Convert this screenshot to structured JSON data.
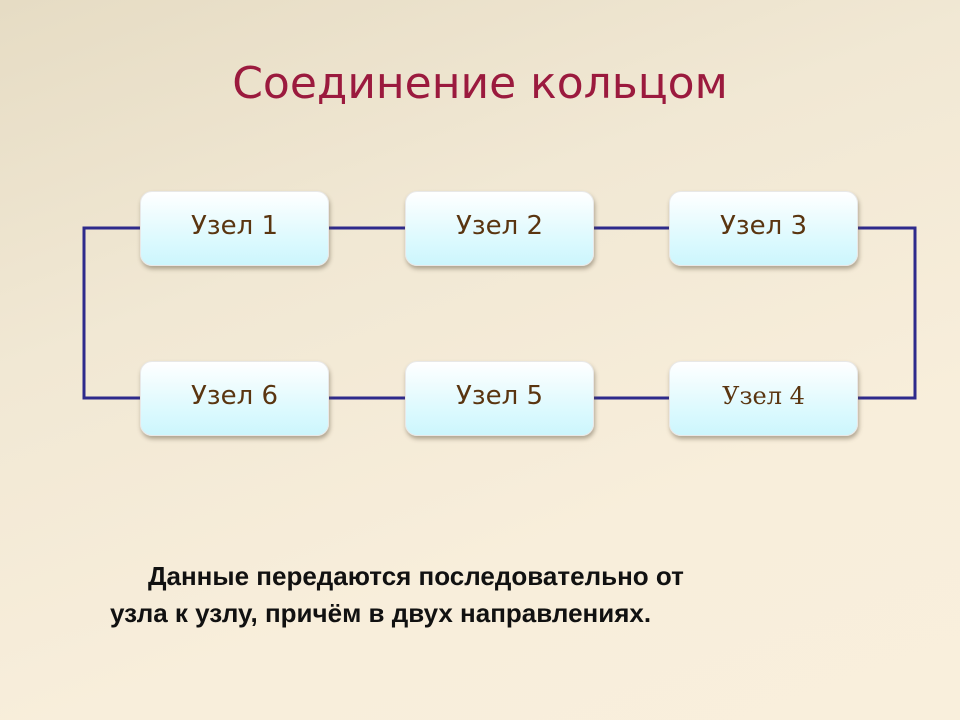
{
  "title": "Соединение кольцом",
  "nodes": [
    "Узел 1",
    "Узел 2",
    "Узел 3",
    "Узел 4",
    "Узел 5",
    "Узел 6"
  ],
  "caption": {
    "line1": "Данные передаются последовательно от",
    "line2": "узла к узлу, причём в двух направлениях."
  },
  "colors": {
    "title": "#9b1a3e",
    "link": "#2e2a8c"
  }
}
